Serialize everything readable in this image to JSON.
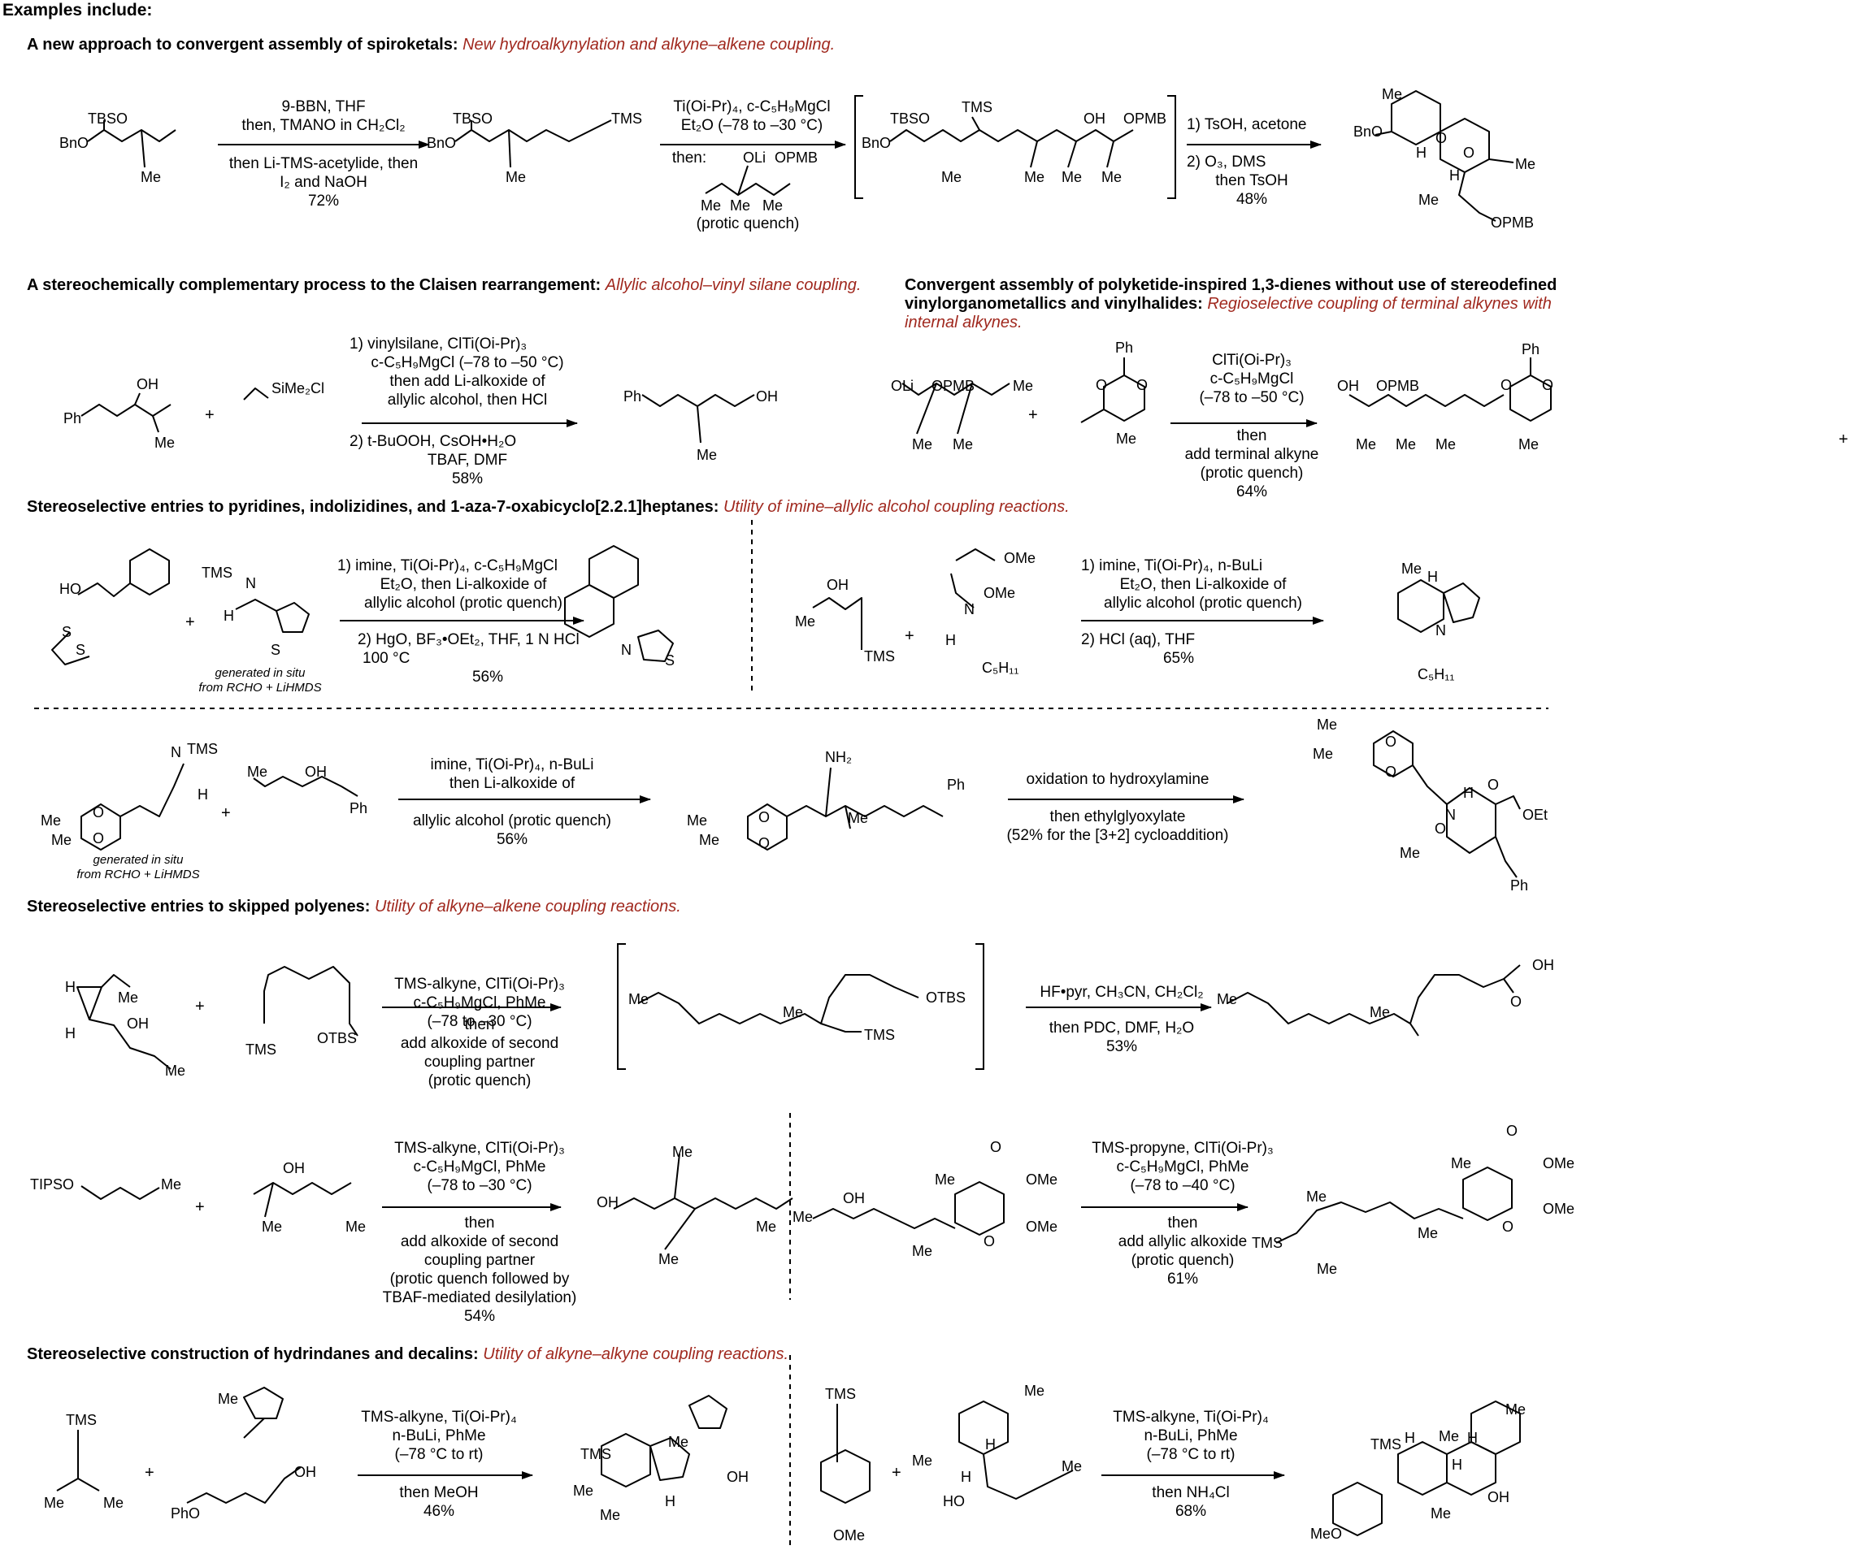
{
  "intro": "Examples include:",
  "sections": [
    {
      "title": "A new approach to convergent assembly of spiroketals:",
      "subtitle": "New hydroalkynylation and alkyne–alkene coupling."
    },
    {
      "title": "A stereochemically complementary process to the Claisen rearrangement:",
      "subtitle": "Allylic alcohol–vinyl silane coupling."
    },
    {
      "title": "Convergent assembly of polyketide-inspired 1,3-dienes without use of stereodefined vinylorganometallics and vinylhalides:",
      "subtitle": "Regioselective coupling of terminal alkynes with internal alkynes."
    },
    {
      "title": "Stereoselective entries to pyridines, indolizidines, and 1-aza-7-oxabicyclo[2.2.1]heptanes:",
      "subtitle": "Utility of imine–allylic alcohol coupling reactions."
    },
    {
      "title": "Stereoselective entries to skipped polyenes:",
      "subtitle": "Utility of alkyne–alkene coupling reactions."
    },
    {
      "title": "Stereoselective construction of hydrindanes and decalins:",
      "subtitle": "Utility of alkyne–alkyne coupling reactions."
    }
  ],
  "reactions": [
    {
      "above": [
        "9-BBN, THF",
        "then, TMANO in CH₂Cl₂"
      ],
      "below": [
        "then Li-TMS-acetylide, then",
        "I₂ and NaOH",
        "72%"
      ]
    },
    {
      "above": [
        "Ti(Oi-Pr)₄, c-C₅H₉MgCl",
        "Et₂O (–78 to –30 °C)"
      ],
      "below": [
        "then:",
        "(protic quench)"
      ]
    },
    {
      "above": [
        "1) TsOH, acetone"
      ],
      "below": [
        "2) O₃, DMS",
        "then TsOH",
        "48%"
      ]
    },
    {
      "above": [
        "1) vinylsilane, ClTi(Oi-Pr)₃",
        "c-C₅H₉MgCl (–78 to –50 °C)",
        "then add Li-alkoxide of",
        "allylic alcohol, then HCl"
      ],
      "below": [
        "2) t-BuOOH, CsOH•H₂O",
        "TBAF, DMF",
        "58%"
      ]
    },
    {
      "above": [
        "ClTi(Oi-Pr)₃",
        "c-C₅H₉MgCl",
        "(–78 to –50 °C)"
      ],
      "below": [
        "then",
        "add terminal alkyne",
        "(protic quench)",
        "64%"
      ]
    },
    {
      "above": [
        "1) imine, Ti(Oi-Pr)₄, c-C₅H₉MgCl",
        "Et₂O, then Li-alkoxide of",
        "allylic alcohol (protic quench)"
      ],
      "below": [
        "2) HgO, BF₃•OEt₂, THF, 1 N HCl",
        "100 °C",
        "56%"
      ]
    },
    {
      "above": [
        "1) imine, Ti(Oi-Pr)₄, n-BuLi",
        "Et₂O, then Li-alkoxide of",
        "allylic alcohol (protic quench)"
      ],
      "below": [
        "2) HCl (aq), THF",
        "65%"
      ]
    },
    {
      "above": [
        "imine, Ti(Oi-Pr)₄, n-BuLi",
        "then Li-alkoxide of"
      ],
      "below": [
        "allylic alcohol (protic quench)",
        "56%"
      ]
    },
    {
      "above": [
        "oxidation to hydroxylamine"
      ],
      "below": [
        "then ethylglyoxylate",
        "(52% for the [3+2] cycloaddition)"
      ]
    },
    {
      "above": [
        "TMS-alkyne, ClTi(Oi-Pr)₃",
        "c-C₅H₉MgCl, PhMe",
        "(–78 to –30 °C)"
      ],
      "below": [
        "then",
        "add alkoxide of second",
        "coupling partner",
        "(protic quench)"
      ]
    },
    {
      "above": [
        "HF•pyr, CH₃CN, CH₂Cl₂"
      ],
      "below": [
        "then PDC, DMF, H₂O",
        "53%"
      ]
    },
    {
      "above": [
        "TMS-alkyne, ClTi(Oi-Pr)₃",
        "c-C₅H₉MgCl, PhMe",
        "(–78 to –30 °C)"
      ],
      "below": [
        "then",
        "add alkoxide of second",
        "coupling partner",
        "(protic quench followed by",
        "TBAF-mediated desilylation)",
        "54%"
      ]
    },
    {
      "above": [
        "TMS-propyne, ClTi(Oi-Pr)₃",
        "c-C₅H₉MgCl, PhMe",
        "(–78 to –40 °C)"
      ],
      "below": [
        "then",
        "add allylic alkoxide",
        "(protic quench)",
        "61%"
      ]
    },
    {
      "above": [
        "TMS-alkyne, Ti(Oi-Pr)₄",
        "n-BuLi, PhMe",
        "(–78 °C to rt)"
      ],
      "below": [
        "then MeOH",
        "46%"
      ]
    },
    {
      "above": [
        "TMS-alkyne, Ti(Oi-Pr)₄",
        "n-BuLi, PhMe",
        "(–78 °C to rt)"
      ],
      "below": [
        "then NH₄Cl",
        "68%"
      ]
    }
  ],
  "notes": {
    "in_situ_1": [
      "generated in situ",
      "from RCHO + LiHMDS"
    ],
    "in_situ_2": [
      "generated in situ",
      "from RCHO + LiHMDS"
    ]
  },
  "labels": {
    "tbso": "TBSO",
    "bno": "BnO",
    "me": "Me",
    "tms": "TMS",
    "oh": "OH",
    "opmb": "OPMB",
    "oli": "OLi",
    "ph": "Ph",
    "sime2cl": "SiMe₂Cl",
    "ho": "HO",
    "s": "S",
    "n": "N",
    "h": "H",
    "ome": "OMe",
    "c5h11": "C₅H₁₁",
    "nh2": "NH₂",
    "oet": "OEt",
    "o": "O",
    "otbs": "OTBS",
    "tipso": "TIPSO",
    "pho": "PhO",
    "meo": "MeO",
    "plus": "+"
  }
}
